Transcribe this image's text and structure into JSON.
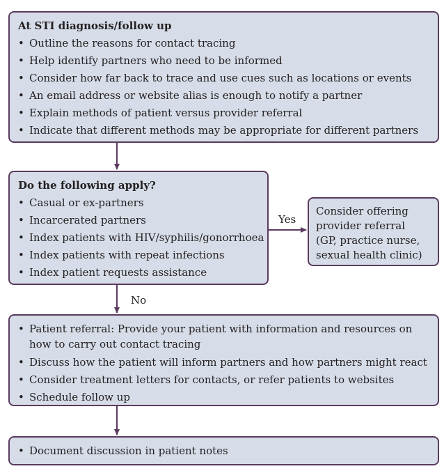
{
  "box1": {
    "title": "At STI diagnosis/follow up",
    "items": [
      "Outline the reasons for contact tracing",
      "Help identify partners who need to be informed",
      "Consider how far back to trace and use cues such as locations or events",
      "An email address or website alias is enough to notify a partner",
      "Explain methods of patient versus provider referral",
      "Indicate that different methods may be appropriate for different partners"
    ]
  },
  "box2": {
    "title": "Do the following apply?",
    "items": [
      "Casual or ex-partners",
      "Incarcerated partners",
      "Index patients with HIV/syphilis/gonorrhoea",
      "Index patients with repeat infections",
      "Index patient requests assistance"
    ]
  },
  "box_side": {
    "lines": [
      "Consider offering",
      "provider referral",
      "(GP, practice nurse,",
      "sexual health clinic)"
    ]
  },
  "box3": {
    "items": [
      "Patient referral: Provide your patient with information and resources on how to carry out contact tracing",
      "Discuss how the patient will inform partners and how partners might react",
      "Consider treatment letters for contacts, or refer patients to websites",
      "Schedule follow up"
    ]
  },
  "box4": {
    "items": [
      "Document discussion in patient notes"
    ]
  },
  "labels": {
    "yes": "Yes",
    "no": "No"
  },
  "bullet": "•",
  "colors": {
    "box_fill": "#d6dde8",
    "border": "#5b3a5e",
    "arrow": "#5b3a5e",
    "text": "#231f20"
  }
}
